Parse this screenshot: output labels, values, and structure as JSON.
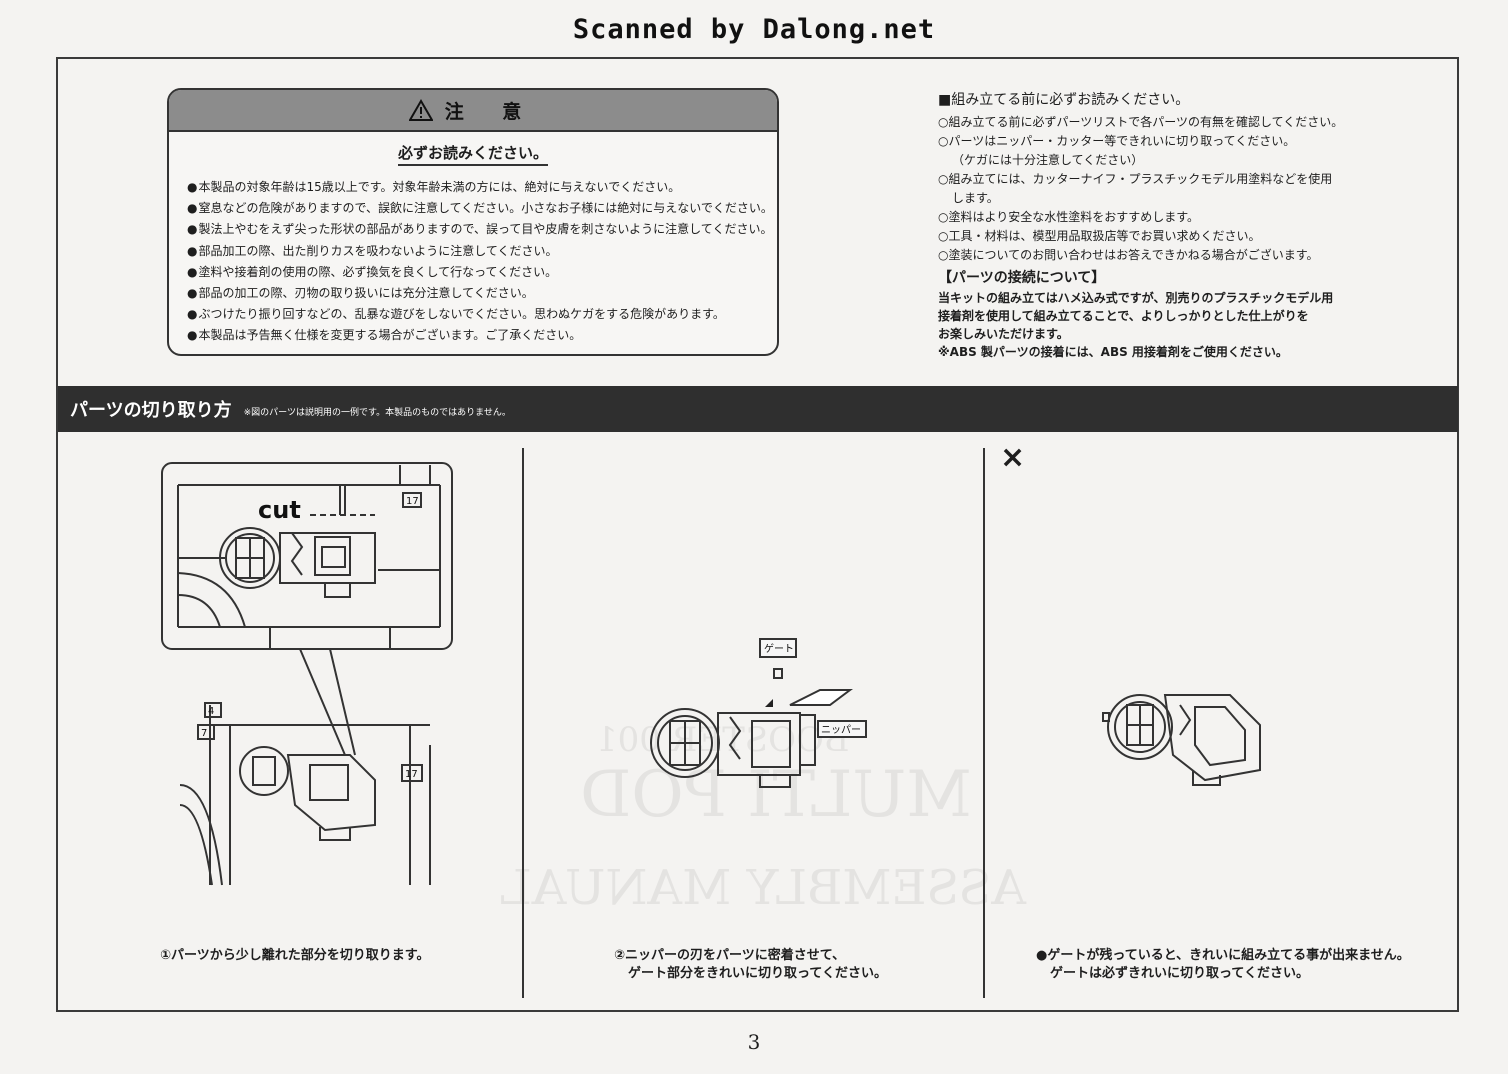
{
  "scan_banner": "Scanned by Dalong.net",
  "caution": {
    "title": "注 意",
    "subtitle": "必ずお読みください。",
    "items": [
      "本製品の対象年齢は15歳以上です。対象年齢未満の方には、絶対に与えないでください。",
      "窒息などの危険がありますので、誤飲に注意してください。小さなお子様には絶対に与えないでください。",
      "製法上やむをえず尖った形状の部品がありますので、誤って目や皮膚を刺さないように注意してください。",
      "部品加工の際、出た削りカスを吸わないように注意してください。",
      "塗料や接着剤の使用の際、必ず換気を良くして行なってください。",
      "部品の加工の際、刃物の取り扱いには充分注意してください。",
      "ぶつけたり振り回すなどの、乱暴な遊びをしないでください。思わぬケガをする危険があります。",
      "本製品は予告無く仕様を変更する場合がございます。ご了承ください。"
    ]
  },
  "notes": {
    "heading": "■組み立てる前に必ずお読みください。",
    "items": [
      "○組み立てる前に必ずパーツリストで各パーツの有無を確認してください。",
      "○パーツはニッパー・カッター等できれいに切り取ってください。",
      "（ケガには十分注意してください）",
      "○組み立てには、カッターナイフ・プラスチックモデル用塗料などを使用",
      "します。",
      "○塗料はより安全な水性塗料をおすすめします。",
      "○工具・材料は、模型用品取扱店等でお買い求めください。",
      "○塗装についてのお問い合わせはお答えできかねる場合がございます。"
    ],
    "connection_title": "【パーツの接続について】",
    "connection_lines": [
      "当キットの組み立てはハメ込み式ですが、別売りのプラスチックモデル用",
      "接着剤を使用して組み立てることで、よりしっかりとした仕上がりを",
      "お楽しみいただけます。",
      "※ABS 製パーツの接着には、ABS 用接着剤をご使用ください。"
    ]
  },
  "section": {
    "title": "パーツの切り取り方",
    "note": "※図のパーツは説明用の一例です。本製品のものではありません。"
  },
  "step1": {
    "cut_label": "cut",
    "runner_labels": [
      "17",
      "4",
      "7",
      "17"
    ],
    "caption": "①パーツから少し離れた部分を切り取ります。"
  },
  "step2": {
    "gate_label": "ゲート",
    "nipper_label": "ニッパー",
    "caption_lines": [
      "②ニッパーの刃をパーツに密着させて、",
      "ゲート部分をきれいに切り取ってください。"
    ]
  },
  "step3": {
    "mark": "×",
    "caption_lines": [
      "●ゲートが残っていると、きれいに組み立てる事が出来ません。",
      "ゲートは必ずきれいに切り取ってください。"
    ]
  },
  "watermark": {
    "line1": "BOOSTER 001",
    "line2": "MULTI POD",
    "line3": "ASSEMBLY MANUAL"
  },
  "page_number": "3"
}
